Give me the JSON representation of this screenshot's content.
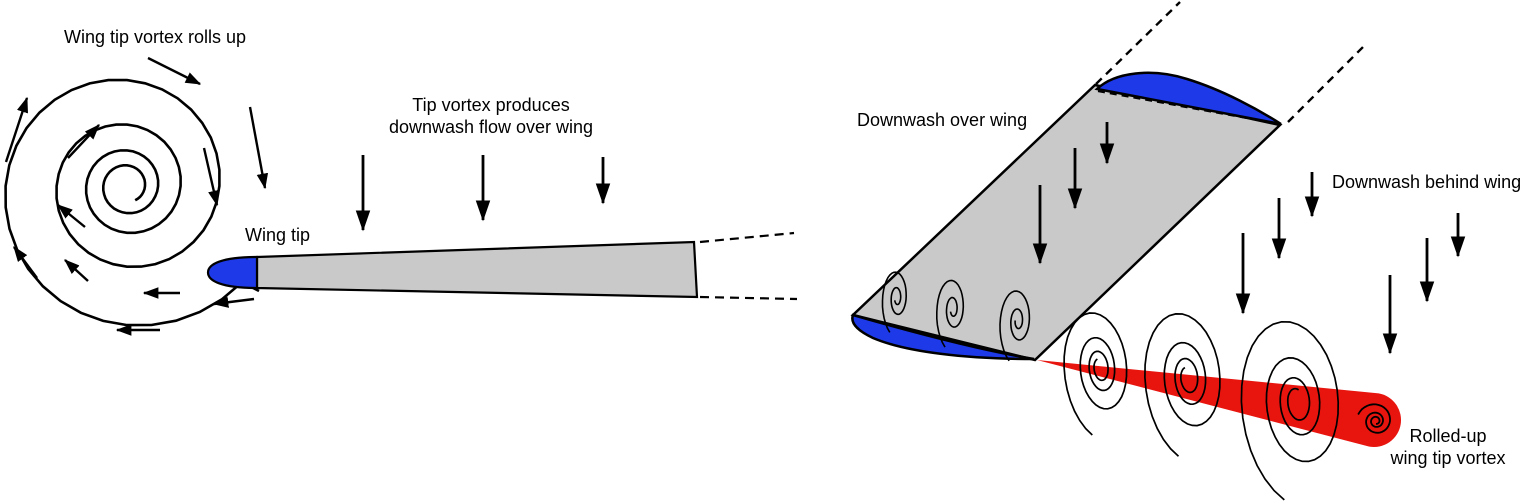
{
  "left_diagram": {
    "rollup_label": "Wing tip vortex rolls up",
    "downwash_label": [
      "Tip vortex produces",
      "downwash flow over wing"
    ],
    "wingtip_label": "Wing tip"
  },
  "right_diagram": {
    "downwash_over_label": "Downwash over wing",
    "downwash_behind_label": "Downwash behind wing",
    "rolled_up_label": [
      "Rolled-up",
      "wing tip vortex"
    ]
  },
  "colors": {
    "wing_gray": "#C9C9C9",
    "airfoil_blue": "#1D39E8",
    "vortex_red": "#E8150F",
    "ink": "#000000"
  }
}
